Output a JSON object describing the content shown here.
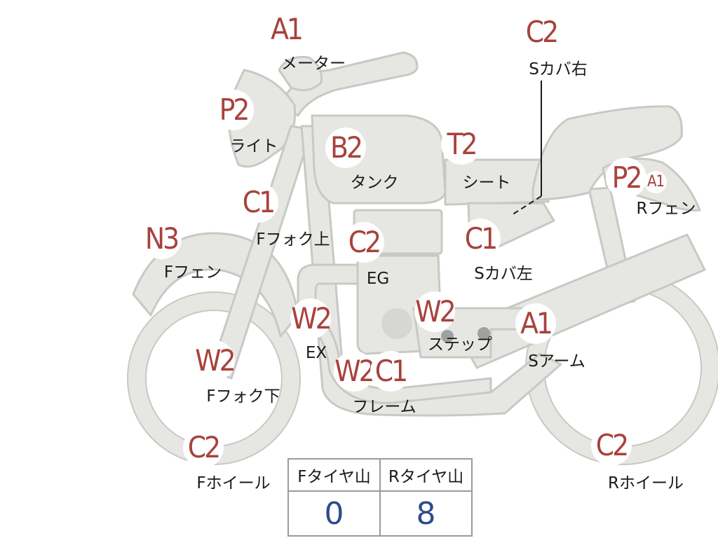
{
  "colors": {
    "marker_text": "#a8423c",
    "bike_fill": "#e6e6e3",
    "bike_stroke": "#c8c8c5",
    "value_text": "#2e4b8e"
  },
  "parts": [
    {
      "id": "meter",
      "code": "A1",
      "label": "メーター"
    },
    {
      "id": "light",
      "code": "P2",
      "label": "ライト"
    },
    {
      "id": "tank",
      "code": "B2",
      "label": "タンク"
    },
    {
      "id": "seat",
      "code": "T2",
      "label": "シート"
    },
    {
      "id": "side-cover-r",
      "code": "C2",
      "label": "Sカバ右"
    },
    {
      "id": "rear-fender",
      "code": "P2",
      "code_secondary": "A1",
      "label": "Rフェン"
    },
    {
      "id": "fork-upper",
      "code": "C1",
      "label": "Fフォク上"
    },
    {
      "id": "front-fender",
      "code": "N3",
      "label": "Fフェン"
    },
    {
      "id": "engine",
      "code": "C2",
      "label": "EG"
    },
    {
      "id": "side-cover-l",
      "code": "C1",
      "label": "Sカバ左"
    },
    {
      "id": "exhaust",
      "code": "W2",
      "label": "EX"
    },
    {
      "id": "step",
      "code": "W2",
      "label": "ステップ"
    },
    {
      "id": "swing-arm",
      "code": "A1",
      "label": "Sアーム"
    },
    {
      "id": "fork-lower",
      "code": "W2",
      "label": "Fフォク下"
    },
    {
      "id": "frame",
      "code": "W2",
      "code_secondary": "C1",
      "label": "フレーム"
    },
    {
      "id": "front-wheel",
      "code": "C2",
      "label": "Fホイール"
    },
    {
      "id": "rear-wheel",
      "code": "C2",
      "label": "Rホイール"
    }
  ],
  "tire_tread": {
    "front": {
      "header": "Fタイヤ山",
      "value": "0"
    },
    "rear": {
      "header": "Rタイヤ山",
      "value": "8"
    }
  }
}
